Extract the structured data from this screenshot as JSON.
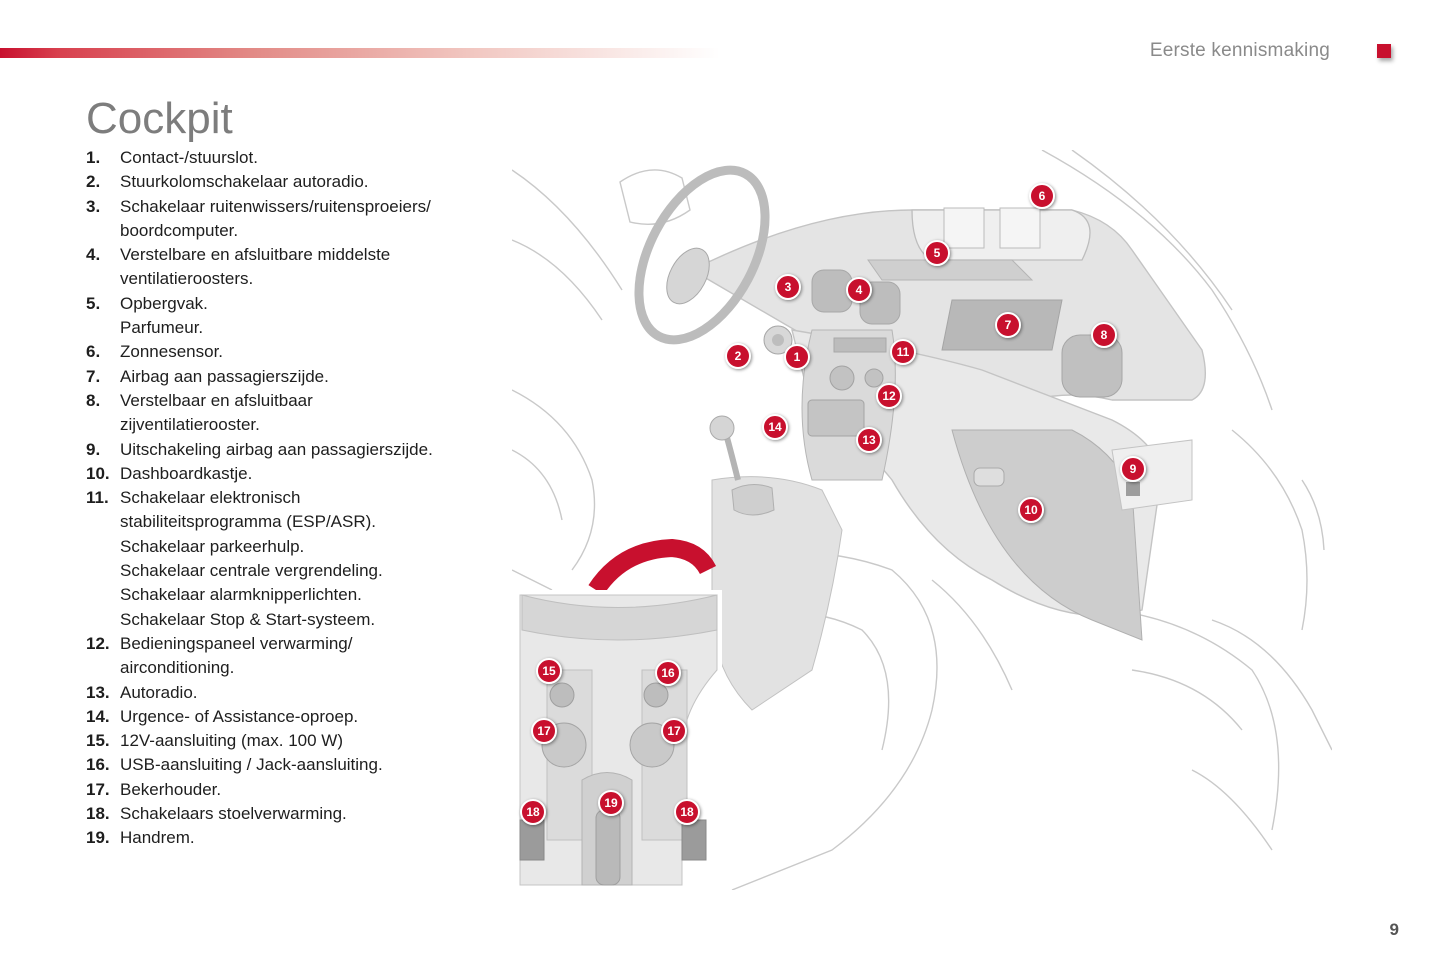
{
  "header": {
    "section_title": "Eerste kennismaking"
  },
  "page": {
    "title": "Cockpit",
    "number": "9"
  },
  "legend": [
    {
      "num": "1.",
      "lines": [
        "Contact-/stuurslot."
      ]
    },
    {
      "num": "2.",
      "lines": [
        "Stuurkolomschakelaar autoradio."
      ]
    },
    {
      "num": "3.",
      "lines": [
        "Schakelaar ruitenwissers/ruitensproeiers/",
        "boordcomputer."
      ]
    },
    {
      "num": "4.",
      "lines": [
        "Verstelbare en afsluitbare middelste",
        "ventilatieroosters."
      ]
    },
    {
      "num": "5.",
      "lines": [
        "Opbergvak.",
        "Parfumeur."
      ]
    },
    {
      "num": "6.",
      "lines": [
        "Zonnesensor."
      ]
    },
    {
      "num": "7.",
      "lines": [
        "Airbag aan passagierszijde."
      ]
    },
    {
      "num": "8.",
      "lines": [
        "Verstelbaar en afsluitbaar",
        "zijventilatierooster."
      ]
    },
    {
      "num": "9.",
      "lines": [
        "Uitschakeling airbag aan passagierszijde."
      ]
    },
    {
      "num": "10.",
      "lines": [
        "Dashboardkastje."
      ]
    },
    {
      "num": "11.",
      "lines": [
        "Schakelaar elektronisch",
        "stabiliteitsprogramma (ESP/ASR).",
        "Schakelaar parkeerhulp.",
        "Schakelaar centrale vergrendeling.",
        "Schakelaar alarmknipperlichten.",
        "Schakelaar Stop & Start-systeem."
      ]
    },
    {
      "num": "12.",
      "lines": [
        "Bedieningspaneel verwarming/",
        "airconditioning."
      ]
    },
    {
      "num": "13.",
      "lines": [
        "Autoradio."
      ]
    },
    {
      "num": "14.",
      "lines": [
        "Urgence- of Assistance-oproep."
      ]
    },
    {
      "num": "15.",
      "lines": [
        "12V-aansluiting (max. 100 W)"
      ]
    },
    {
      "num": "16.",
      "lines": [
        "USB-aansluiting / Jack-aansluiting."
      ]
    },
    {
      "num": "17.",
      "lines": [
        "Bekerhouder."
      ]
    },
    {
      "num": "18.",
      "lines": [
        "Schakelaars stoelverwarming."
      ]
    },
    {
      "num": "19.",
      "lines": [
        "Handrem."
      ]
    }
  ],
  "callouts": [
    "1",
    "2",
    "3",
    "4",
    "5",
    "6",
    "7",
    "8",
    "9",
    "10",
    "11",
    "12",
    "13",
    "14",
    "15",
    "16",
    "17",
    "17",
    "18",
    "18",
    "19"
  ],
  "colors": {
    "accent": "#c8102e",
    "title_gray": "#7d7d7d",
    "header_gray": "#8a8a8a"
  }
}
